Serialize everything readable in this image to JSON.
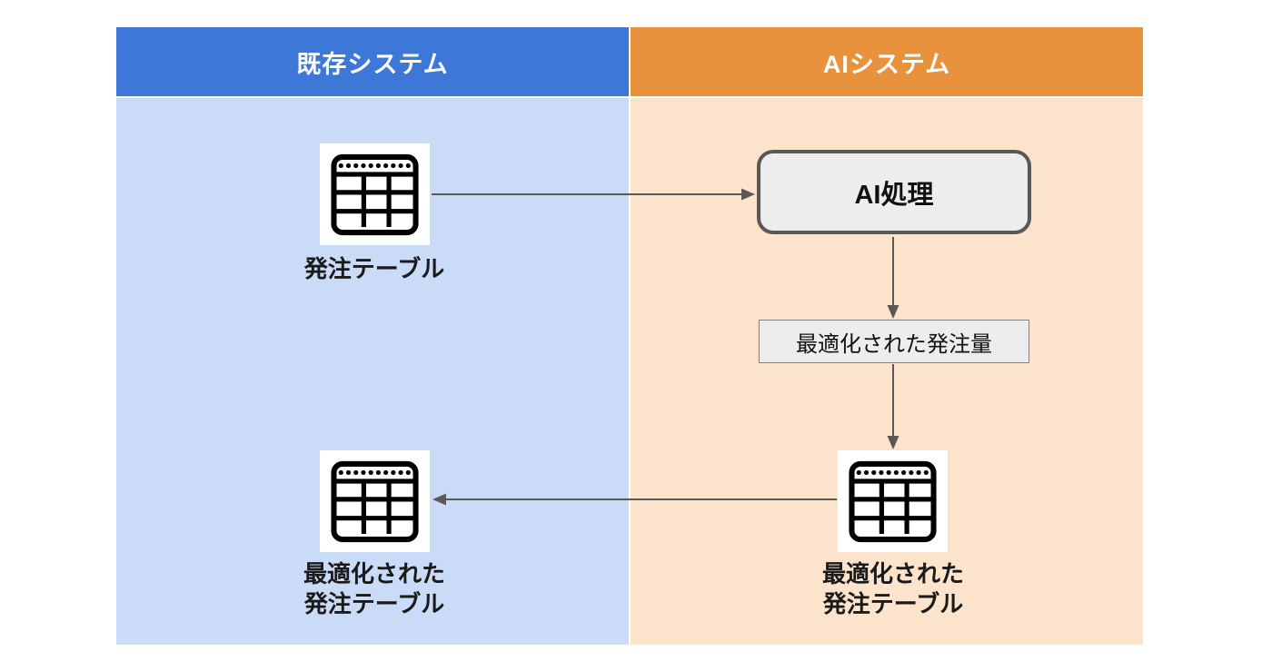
{
  "lanes": [
    {
      "id": "existing",
      "title": "既存システム"
    },
    {
      "id": "ai",
      "title": "AIシステム"
    }
  ],
  "nodes": {
    "order_table": {
      "label": "発注テーブル",
      "icon": "table-icon"
    },
    "ai_process": {
      "label": "AI処理"
    },
    "optimized_quantity": {
      "label": "最適化された発注量"
    },
    "optimized_table_ai": {
      "line1": "最適化された",
      "line2": "発注テーブル",
      "icon": "table-icon"
    },
    "optimized_table_existing": {
      "line1": "最適化された",
      "line2": "発注テーブル",
      "icon": "table-icon"
    }
  },
  "flows": [
    {
      "from": "order_table",
      "to": "ai_process",
      "direction": "right"
    },
    {
      "from": "ai_process",
      "to": "optimized_quantity",
      "direction": "down"
    },
    {
      "from": "optimized_quantity",
      "to": "optimized_table_ai",
      "direction": "down"
    },
    {
      "from": "optimized_table_ai",
      "to": "optimized_table_existing",
      "direction": "left"
    }
  ],
  "colors": {
    "existing_header": "#3d78d8",
    "existing_body": "#c9dbf6",
    "ai_header": "#e8923d",
    "ai_body": "#fce3cb",
    "arrow": "#595959",
    "process_fill": "#ededed",
    "process_border": "#595959",
    "quantity_border": "#808080",
    "icon_stroke": "#000000",
    "header_text": "#ffffff",
    "label_text": "#1a1a1a"
  }
}
